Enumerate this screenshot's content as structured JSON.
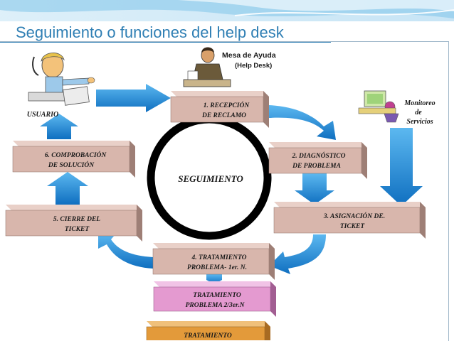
{
  "slide": {
    "title": "Seguimiento o funciones del help desk"
  },
  "actors": {
    "user": "USUARIO",
    "helpdesk_line1": "Mesa de  Ayuda",
    "helpdesk_line2": "(Help Desk)",
    "monitor_line1": "Monitoreo",
    "monitor_line2": "de",
    "monitor_line3": "Servicios"
  },
  "center": {
    "label": "SEGUIMIENTO"
  },
  "steps": {
    "s1_l1": "1.  RECEPCIÓN",
    "s1_l2": "DE  RECLAMO",
    "s2_l1": "2.  DIAGNÓSTICO",
    "s2_l2": "DE  PROBLEMA",
    "s3_l1": "3.  ASIGNACIÓN  DE.",
    "s3_l2": "TICKET",
    "s4_l1": "4. TRATAMIENTO",
    "s4_l2": "PROBLEMA- 1er. N.",
    "s5_l1": "5.  CIERRE DEL",
    "s5_l2": "TICKET",
    "s6_l1": "6. COMPROBACIÓN",
    "s6_l2": "DE  SOLUCIÓN",
    "s7_l1": "TRATAMIENTO",
    "s7_l2": "PROBLEMA 2/3er.N",
    "s8_l1": "TRATAMIENTO"
  },
  "colors": {
    "title": "#2f7fb4",
    "step_box": "#d8b6ac",
    "step_box_side": "#9e7f76",
    "level2_box": "#e49ad0",
    "level3_box": "#e39a3a",
    "arrow": "#1f8ad6",
    "ring": "#000000"
  }
}
